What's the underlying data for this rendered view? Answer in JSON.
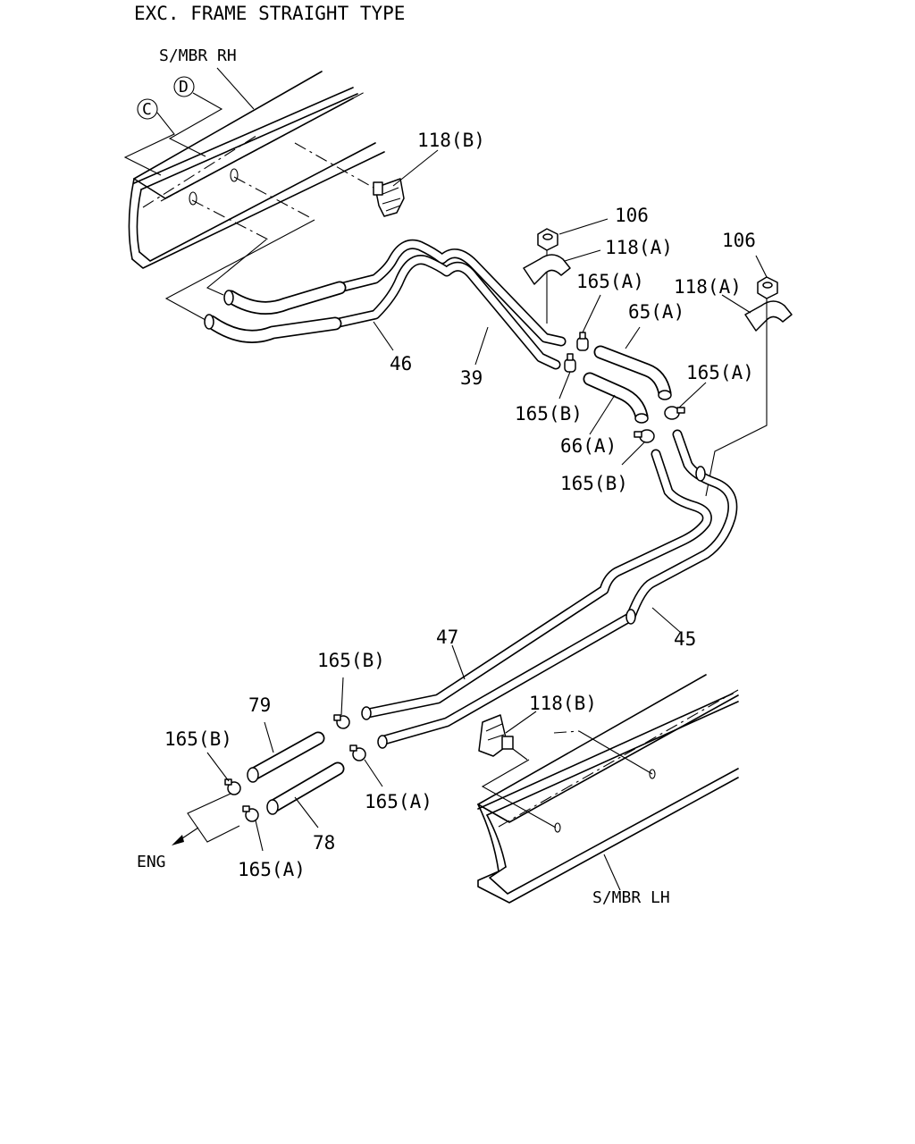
{
  "header": "EXC. FRAME STRAIGHT TYPE",
  "frame_labels": {
    "rh": "S/MBR RH",
    "lh": "S/MBR LH"
  },
  "ref_marks": {
    "c": "C",
    "d": "D"
  },
  "direction_label": "ENG",
  "callouts": {
    "p118b_top": "118(B)",
    "p106_a": "106",
    "p118a_a": "118(A)",
    "p106_b": "106",
    "p118a_b": "118(A)",
    "p165a_1": "165(A)",
    "p65a": "65(A)",
    "p165a_2": "165(A)",
    "p165b_1": "165(B)",
    "p66a": "66(A)",
    "p165b_2": "165(B)",
    "p46": "46",
    "p39": "39",
    "p47": "47",
    "p45": "45",
    "p165b_3": "165(B)",
    "p79": "79",
    "p118b_bottom": "118(B)",
    "p165b_4": "165(B)",
    "p165a_3": "165(A)",
    "p78": "78",
    "p165a_4": "165(A)"
  }
}
